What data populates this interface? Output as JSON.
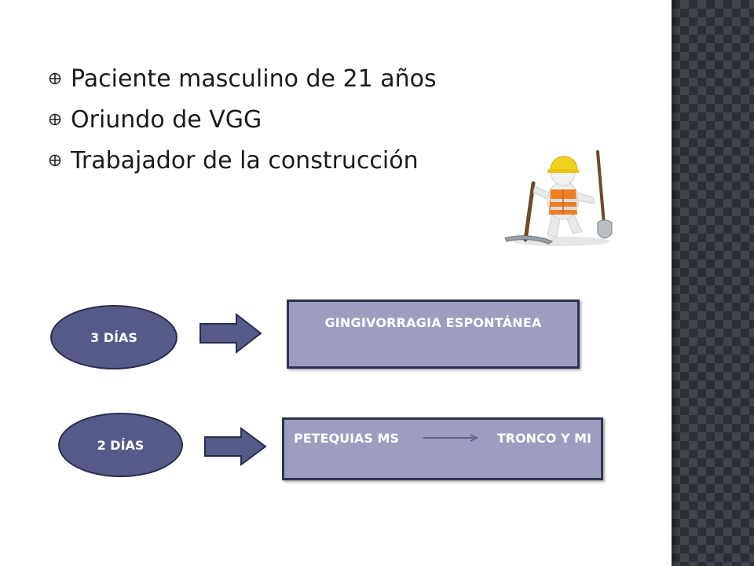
{
  "bullets": [
    "Paciente masculino de 21 años",
    "Oriundo de VGG",
    "Trabajador de la construcción"
  ],
  "timeline": [
    {
      "duration": "3 DÍAS",
      "finding": "GINGIVORRAGIA ESPONTÁNEA"
    },
    {
      "duration": "2 DÍAS",
      "finding_from": "PETEQUIAS MS",
      "finding_to": "TRONCO Y MI"
    }
  ],
  "icons": {
    "bullet": "target-bullet-icon",
    "arrow": "right-arrow-icon",
    "illustration": "construction-worker-icon"
  },
  "colors": {
    "ellipse_fill": "#555a89",
    "box_fill": "#9d9dc0",
    "border": "#2e3252",
    "side_band": "#2d2f36"
  }
}
